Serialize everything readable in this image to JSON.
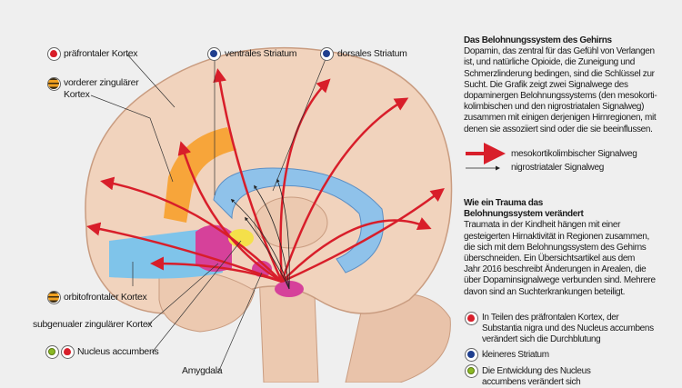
{
  "labels": {
    "prefrontal": "präfrontaler Kortex",
    "anterior_cingulate": [
      "vorderer zingulärer",
      "Kortex"
    ],
    "ventral_striatum": "ventrales Striatum",
    "dorsal_striatum": "dorsales Striatum",
    "orbitofrontal": "orbitofrontaler Kortex",
    "subgenual": "subgenualer zingulärer Kortex",
    "nucleus_accumbens": "Nucleus accumbens",
    "amygdala": "Amygdala"
  },
  "sidebar": {
    "title": "Das Belohnungssystem des Gehirns",
    "intro": [
      "Dopamin, das zentral für das Gefühl von Verlangen",
      "ist, und natürliche Opioide, die Zuneigung und",
      "Schmerzlinderung bedingen, sind die Schlüssel zur",
      "Sucht. Die Grafik zeigt zwei Signalwege des",
      "dopaminergen Belohnungssystems (den mesokorti-",
      "kolimbischen und den nigrostriatalen Signalweg)",
      "zusammen mit einigen derjenigen Hirnregionen, mit",
      "denen sie assoziiert sind oder die sie beeinflussen."
    ],
    "legend": {
      "meso": "mesokortikolimbischer Signalweg",
      "nigro": "nigrostriataler Signalweg"
    },
    "trauma_title": [
      "Wie ein Trauma das",
      "Belohnungssystem verändert"
    ],
    "trauma_text": [
      "Traumata in der Kindheit hängen mit einer",
      "gesteigerten Hirnaktivität in Regionen zusammen,",
      "die sich mit dem Belohnungssystem des Gehirns",
      "überschneiden. Ein Übersichtsartikel aus dem",
      "Jahr 2016 beschreibt Änderungen in Arealen, die",
      "über Dopaminsignalwege verbunden sind. Mehrere",
      "davon sind an Suchterkrankungen beteiligt."
    ],
    "key": [
      {
        "icon": "drop",
        "lines": [
          "In Teilen des präfrontalen Kortex, der",
          "Substantia nigra und des Nucleus accumbens",
          "verändert sich die Durchblutung"
        ]
      },
      {
        "icon": "blue",
        "lines": [
          "kleineres Striatum"
        ]
      },
      {
        "icon": "green",
        "lines": [
          "Die Entwicklung des Nucleus",
          "accumbens verändert sich"
        ]
      }
    ]
  },
  "colors": {
    "pathway": "#d81e2a",
    "brain": "#f1d3bd",
    "orange": "#f7a53a",
    "blue": "#7fc4ea",
    "magenta": "#d6419a",
    "yellow": "#f4e04a"
  }
}
